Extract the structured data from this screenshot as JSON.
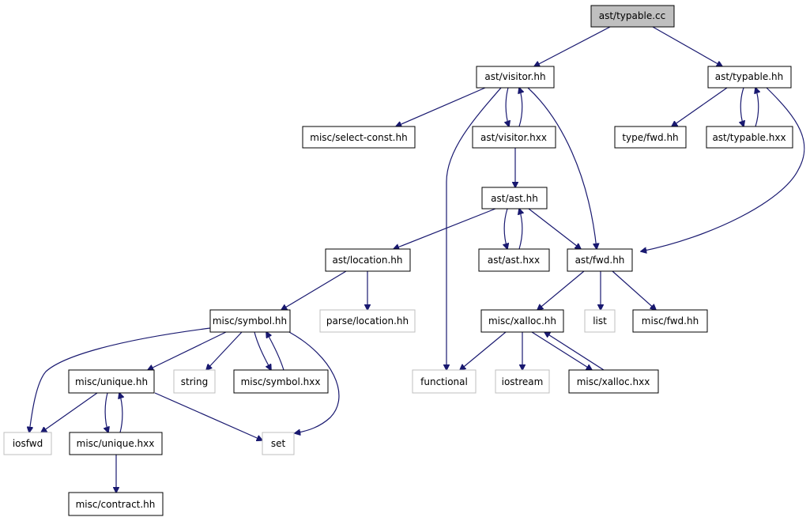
{
  "colors": {
    "edge": "#191970",
    "node_border": "#000000",
    "external_border": "#bfbfbf",
    "root_fill": "#bfbfbf",
    "background": "#ffffff"
  },
  "nodes": {
    "root": "ast/typable.cc",
    "visitor_hh": "ast/visitor.hh",
    "typable_hh": "ast/typable.hh",
    "select_const": "misc/select-const.hh",
    "visitor_hxx": "ast/visitor.hxx",
    "type_fwd": "type/fwd.hh",
    "typable_hxx": "ast/typable.hxx",
    "ast_hh": "ast/ast.hh",
    "location_hh": "ast/location.hh",
    "ast_hxx": "ast/ast.hxx",
    "fwd_hh": "ast/fwd.hh",
    "symbol_hh": "misc/symbol.hh",
    "parse_location": "parse/location.hh",
    "xalloc_hh": "misc/xalloc.hh",
    "list": "list",
    "misc_fwd": "misc/fwd.hh",
    "unique_hh": "misc/unique.hh",
    "string": "string",
    "symbol_hxx": "misc/symbol.hxx",
    "functional": "functional",
    "iostream": "iostream",
    "xalloc_hxx": "misc/xalloc.hxx",
    "iosfwd": "iosfwd",
    "unique_hxx": "misc/unique.hxx",
    "set": "set",
    "contract_hh": "misc/contract.hh"
  }
}
